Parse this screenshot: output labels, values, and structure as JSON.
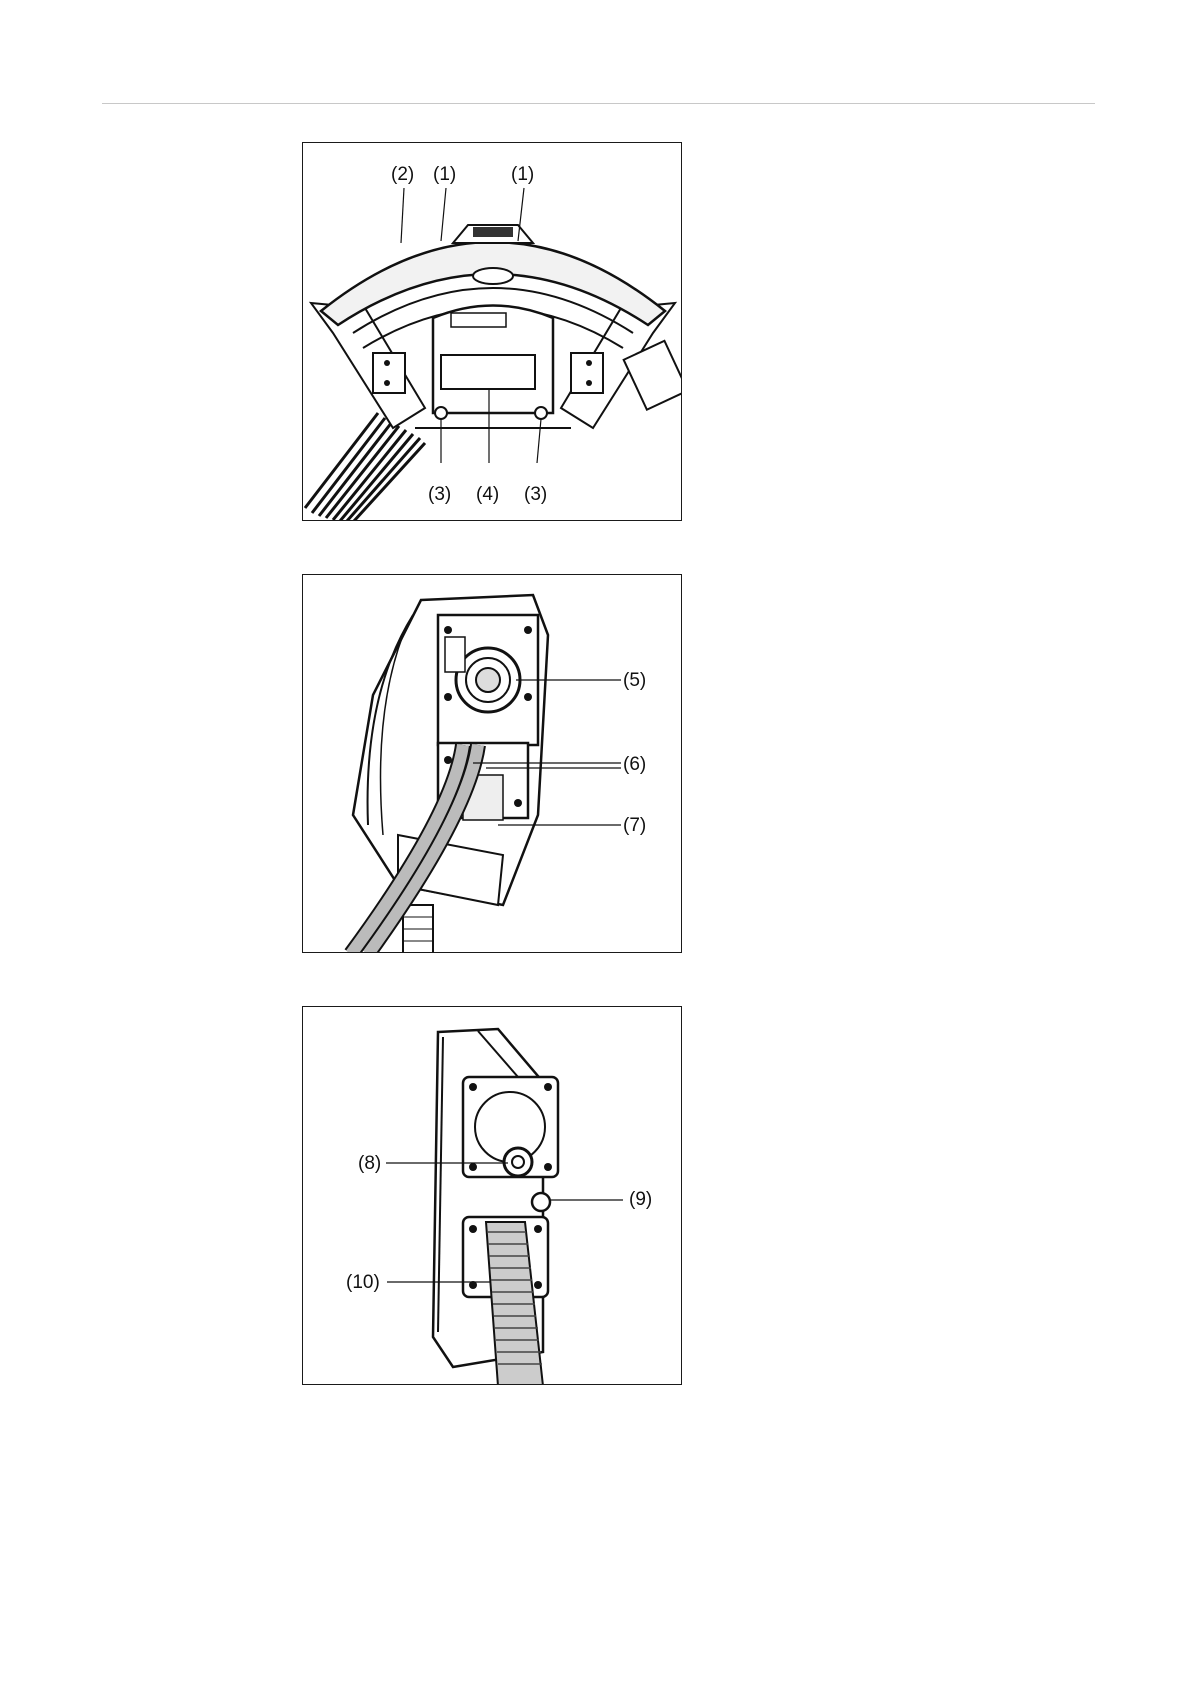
{
  "figures": [
    {
      "id": "top-view",
      "callouts": {
        "c2": "(2)",
        "c1a": "(1)",
        "c1b": "(1)",
        "c3a": "(3)",
        "c4": "(4)",
        "c3b": "(3)"
      }
    },
    {
      "id": "side-view",
      "callouts": {
        "c5": "(5)",
        "c6": "(6)",
        "c7": "(7)"
      }
    },
    {
      "id": "rear-view",
      "callouts": {
        "c8": "(8)",
        "c9": "(9)",
        "c10": "(10)"
      }
    }
  ]
}
